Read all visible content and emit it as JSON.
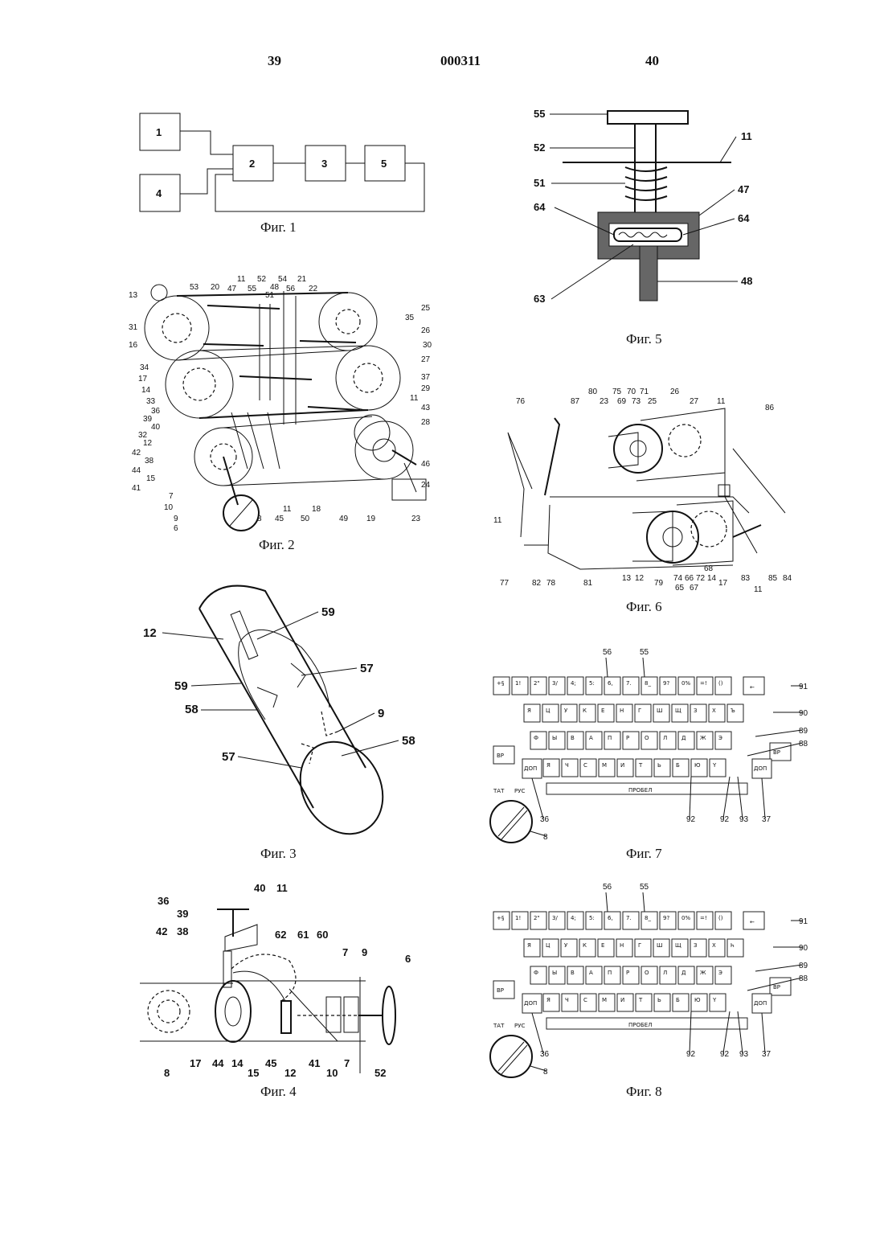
{
  "header": {
    "page_left": "39",
    "doc_number": "000311",
    "page_right": "40"
  },
  "fig1": {
    "caption": "Фиг. 1",
    "blocks": [
      "1",
      "2",
      "3",
      "5",
      "4"
    ]
  },
  "fig2": {
    "caption": "Фиг. 2",
    "labels": [
      "13",
      "53",
      "20",
      "47",
      "11",
      "55",
      "52",
      "51",
      "48",
      "54",
      "56",
      "21",
      "22",
      "25",
      "35",
      "26",
      "31",
      "16",
      "34",
      "17",
      "14",
      "33",
      "30",
      "27",
      "37",
      "29",
      "11",
      "43",
      "28",
      "36",
      "39",
      "40",
      "32",
      "12",
      "42",
      "38",
      "44",
      "15",
      "41",
      "7",
      "10",
      "9",
      "6",
      "8",
      "45",
      "11",
      "50",
      "18",
      "49",
      "19",
      "46",
      "24",
      "23",
      "11"
    ]
  },
  "fig3": {
    "caption": "Фиг. 3",
    "labels": [
      "12",
      "59",
      "59",
      "57",
      "58",
      "9",
      "58",
      "57"
    ]
  },
  "fig4": {
    "caption": "Фиг. 4",
    "labels": [
      "36",
      "40",
      "11",
      "39",
      "42",
      "38",
      "62",
      "61",
      "60",
      "7",
      "9",
      "6",
      "8",
      "17",
      "44",
      "14",
      "15",
      "45",
      "12",
      "41",
      "10",
      "7",
      "52",
      "11"
    ]
  },
  "fig5": {
    "caption": "Фиг. 5",
    "labels": [
      "55",
      "52",
      "11",
      "51",
      "47",
      "64",
      "64",
      "63",
      "48"
    ]
  },
  "fig6": {
    "caption": "Фиг. 6",
    "labels": [
      "80",
      "75",
      "69",
      "70",
      "71",
      "23",
      "73",
      "25",
      "26",
      "27",
      "11",
      "86",
      "76",
      "87",
      "11",
      "77",
      "82",
      "78",
      "81",
      "13",
      "12",
      "79",
      "74",
      "66",
      "72",
      "14",
      "17",
      "65",
      "67",
      "68",
      "83",
      "11",
      "85",
      "84"
    ]
  },
  "fig7": {
    "caption": "Фиг. 7",
    "labels": [
      "56",
      "55",
      "91",
      "90",
      "89",
      "88",
      "92",
      "92",
      "93",
      "37",
      "36",
      "8"
    ],
    "keys_row1": [
      "+§",
      "1!",
      "2\"",
      "3/",
      "4;",
      "5:",
      "6,",
      "7.",
      "8_",
      "9?",
      "0%",
      "=!",
      "()"
    ],
    "keys_row2": [
      "Я",
      "Ц",
      "У",
      "К",
      "Е",
      "Н",
      "Г",
      "Ш",
      "Щ",
      "З",
      "Х",
      "Ъ"
    ],
    "keys_row3": [
      "Ф",
      "Ы",
      "В",
      "А",
      "П",
      "Р",
      "О",
      "Л",
      "Д",
      "Ж",
      "Э"
    ],
    "keys_row4": [
      "Я",
      "Ч",
      "С",
      "М",
      "И",
      "Т",
      "Ь",
      "Б",
      "Ю",
      "Ү"
    ],
    "space": "ПРОБЕЛ",
    "backspace": "←",
    "vr": "ВР",
    "dop": "ДОП",
    "lang_left": "ТАТ",
    "lang_right": "РУС"
  },
  "fig8": {
    "caption": "Фиг. 8",
    "labels": [
      "56",
      "55",
      "91",
      "90",
      "89",
      "88",
      "92",
      "92",
      "93",
      "37",
      "36",
      "8"
    ],
    "keys_row1": [
      "+§",
      "1!",
      "2\"",
      "3/",
      "4;",
      "5:",
      "6,",
      "7.",
      "8_",
      "9?",
      "0%",
      "=!",
      "()"
    ],
    "keys_row2": [
      "Я",
      "Ц",
      "У",
      "К",
      "Е",
      "Н",
      "Г",
      "Ш",
      "Щ",
      "З",
      "Х",
      "Һ"
    ],
    "keys_row3": [
      "Ф",
      "Ы",
      "В",
      "А",
      "П",
      "Р",
      "О",
      "Л",
      "Д",
      "Ж",
      "Э"
    ],
    "keys_row4": [
      "Я",
      "Ч",
      "С",
      "М",
      "И",
      "Т",
      "Ь",
      "Б",
      "Ю",
      "Ү"
    ],
    "space": "ПРОБЕЛ",
    "backspace": "←",
    "vr": "ВР",
    "dop": "ДОП",
    "lang_left": "ТАТ",
    "lang_right": "РУС"
  }
}
